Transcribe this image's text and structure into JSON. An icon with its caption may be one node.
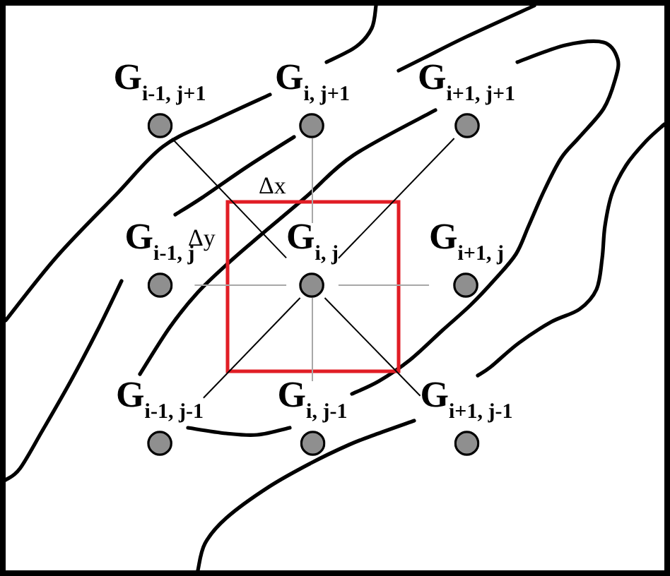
{
  "diagram": {
    "nodes": [
      {
        "text": [
          "G$_{i-1, j+1}$"
        ]
      },
      {
        "text": [
          "G$_{i, j+1}$"
        ]
      },
      {
        "text": [
          "G$_{i+1, j+1}$"
        ]
      },
      {
        "text": [
          "G$_{i-1, j}$"
        ]
      },
      {
        "text": [
          "G$_{i, j}$"
        ]
      },
      {
        "text": [
          "G$_{i+1, j}$"
        ]
      },
      {
        "text": [
          "G$_{i-1, j-1}$"
        ]
      },
      {
        "text": [
          "G$_{i, j-1}$"
        ]
      },
      {
        "text": [
          "G$_{i+1, j-1}$"
        ]
      }
    ],
    "edges": [
      {
        "from": 4,
        "to": 0,
        "arrow": "none"
      },
      {
        "from": 4,
        "to": 1,
        "arrow": "none",
        "color": "#a8a8a8"
      },
      {
        "from": 4,
        "to": 2,
        "arrow": "none"
      },
      {
        "from": 4,
        "to": 3,
        "arrow": "none",
        "color": "#a8a8a8"
      },
      {
        "from": 4,
        "to": 5,
        "arrow": "none",
        "color": "#a8a8a8"
      },
      {
        "from": 4,
        "to": 6,
        "arrow": "none"
      },
      {
        "from": 4,
        "to": 7,
        "arrow": "none",
        "color": "#a8a8a8"
      },
      {
        "from": 4,
        "to": 8,
        "arrow": "none"
      }
    ],
    "labels": [
      "Δx",
      "Δy"
    ]
  }
}
